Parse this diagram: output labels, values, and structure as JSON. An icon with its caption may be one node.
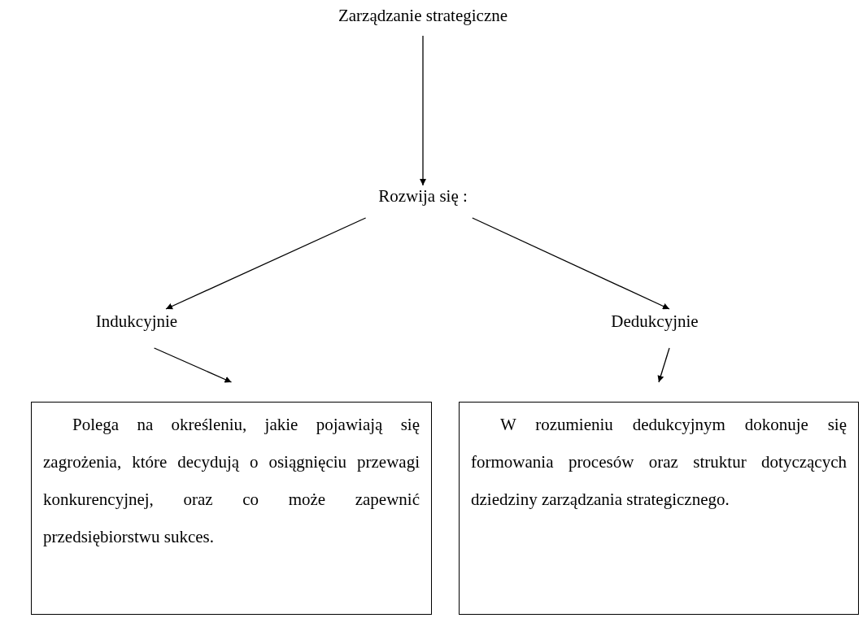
{
  "diagram": {
    "nodes": [
      {
        "text": [
          "Zarządzanie strategiczne"
        ]
      },
      {
        "text": [
          "Rozwija się :"
        ]
      },
      {
        "text": [
          "Indukcyjnie"
        ]
      },
      {
        "text": [
          "Dedukcyjnie"
        ]
      },
      {
        "text": [
          "Polega na określeniu, jakie pojawiają się zagrożenia, które decydują o osiągnięciu przewagi konkurencyjnej, oraz co może zapewnić przedsiębiorstwu sukces."
        ]
      },
      {
        "text": [
          "W rozumieniu dedukcyjnym dokonuje się formowania procesów oraz struktur dotyczących dziedziny zarządzania strategicznego."
        ]
      }
    ],
    "edges": [
      {
        "from": 0,
        "to": 1,
        "arrow": "to"
      },
      {
        "from": 1,
        "to": 2,
        "arrow": "to"
      },
      {
        "from": 1,
        "to": 3,
        "arrow": "to"
      },
      {
        "from": 2,
        "to": 4,
        "arrow": "to"
      },
      {
        "from": 3,
        "to": 5,
        "arrow": "to"
      }
    ]
  }
}
